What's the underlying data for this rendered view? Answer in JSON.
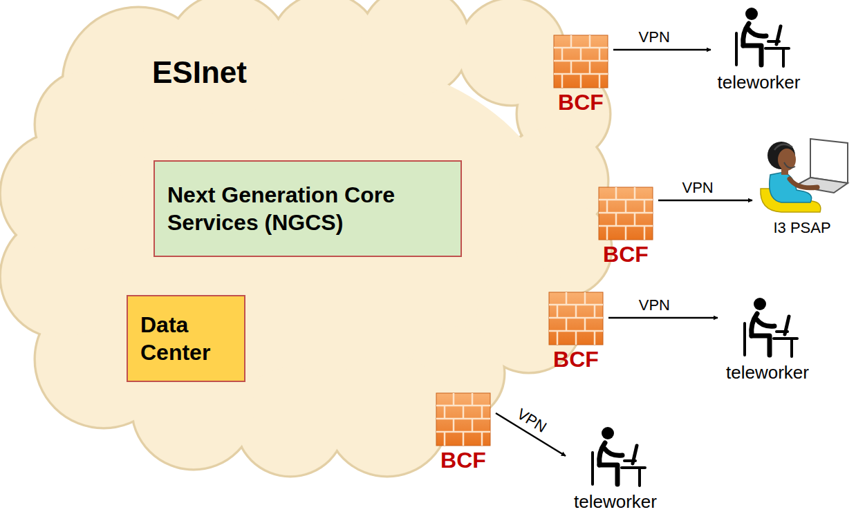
{
  "diagram": {
    "nodes": [
      {
        "text": [
          "ESInet"
        ]
      },
      {
        "text": [
          "Next Generation Core Services (NGCS)"
        ],
        "in": 0
      },
      {
        "text": [
          "Data Center"
        ],
        "in": 0
      },
      {
        "text": [
          "BCF"
        ]
      },
      {
        "text": [
          "teleworker"
        ]
      },
      {
        "text": [
          "BCF"
        ]
      },
      {
        "text": [
          "I3 PSAP"
        ]
      },
      {
        "text": [
          "BCF"
        ]
      },
      {
        "text": [
          "teleworker"
        ]
      },
      {
        "text": [
          "BCF"
        ]
      },
      {
        "text": [
          "teleworker"
        ]
      }
    ],
    "edges": [
      {
        "from": 3,
        "to": 4,
        "arrow": "to",
        "label": "VPN"
      },
      {
        "from": 5,
        "to": 6,
        "arrow": "to",
        "label": "VPN"
      },
      {
        "from": 7,
        "to": 8,
        "arrow": "to",
        "label": "VPN"
      },
      {
        "from": 9,
        "to": 10,
        "arrow": "to",
        "label": "VPN"
      }
    ]
  }
}
